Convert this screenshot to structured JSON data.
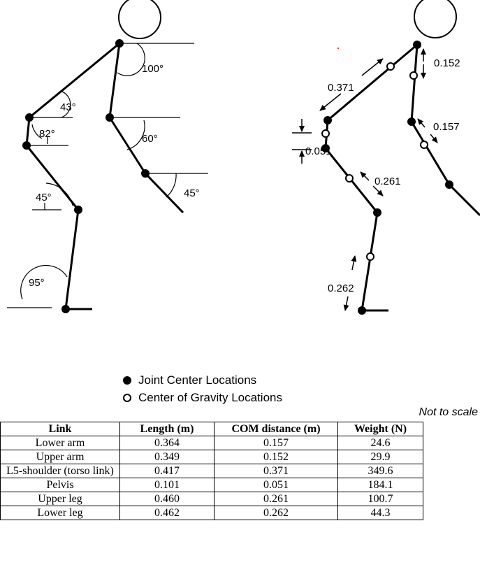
{
  "left_figure": {
    "angles": {
      "shoulder": "100°",
      "elbow": "43°",
      "wrist": "82°",
      "hip": "60°",
      "knee_right": "45°",
      "knee_left": "45°",
      "ankle": "95°"
    }
  },
  "right_figure": {
    "distances": {
      "upper_arm": "0.152",
      "torso": "0.371",
      "lower_arm": "0.157",
      "pelvis": "0.051",
      "upper_leg": "0.261",
      "lower_leg": "0.262"
    }
  },
  "legend": {
    "joint": "Joint Center Locations",
    "cog": "Center of Gravity Locations"
  },
  "note": "Not to scale",
  "table": {
    "headers": [
      "Link",
      "Length (m)",
      "COM distance (m)",
      "Weight (N)"
    ],
    "rows": [
      {
        "link": "Lower arm",
        "length": "0.364",
        "com": "0.157",
        "weight": "24.6"
      },
      {
        "link": "Upper arm",
        "length": "0.349",
        "com": "0.152",
        "weight": "29.9"
      },
      {
        "link": "L5-shoulder (torso link)",
        "length": "0.417",
        "com": "0.371",
        "weight": "349.6"
      },
      {
        "link": "Pelvis",
        "length": "0.101",
        "com": "0.051",
        "weight": "184.1"
      },
      {
        "link": "Upper leg",
        "length": "0.460",
        "com": "0.261",
        "weight": "100.7"
      },
      {
        "link": "Lower leg",
        "length": "0.462",
        "com": "0.262",
        "weight": "44.3"
      }
    ]
  }
}
